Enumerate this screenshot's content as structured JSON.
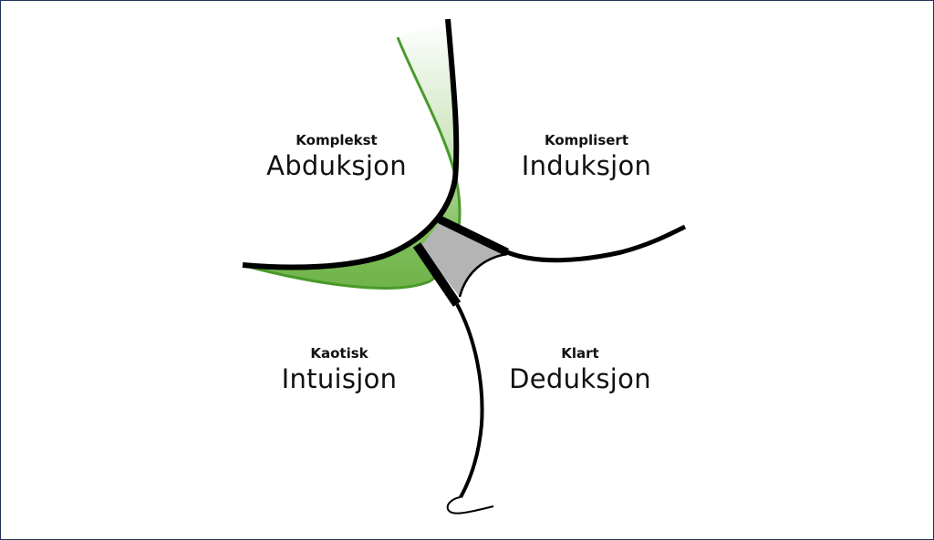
{
  "domains": [
    {
      "name": "Komplekst",
      "method": "Abduksjon"
    },
    {
      "name": "Komplisert",
      "method": "Induksjon"
    },
    {
      "name": "Kaotisk",
      "method": "Intuisjon"
    },
    {
      "name": "Klart",
      "method": "Deduksjon"
    }
  ],
  "colors": {
    "green": "#4a9a2a",
    "gray": "#b4b4b4",
    "line": "#000000",
    "border": "#1f3458"
  }
}
